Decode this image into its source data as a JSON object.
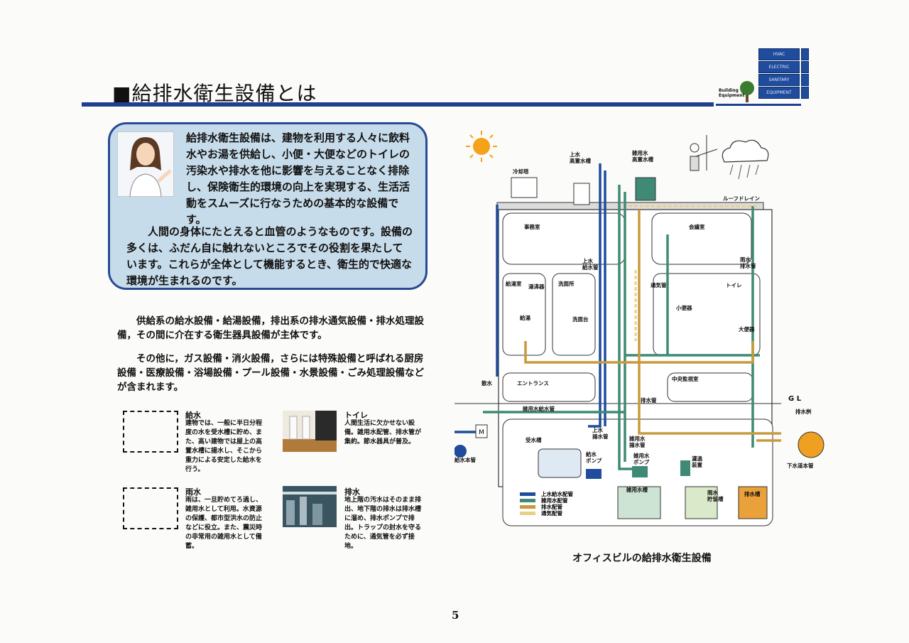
{
  "header": {
    "title": "■給排水衛生設備とは",
    "badge_label_1": "Building",
    "badge_label_2": "Equipment",
    "badge_buttons": [
      "HVAC",
      "ELECTRIC",
      "SANITARY",
      "EQUIPMENT"
    ]
  },
  "intro": {
    "p1": "給排水衛生設備は、建物を利用する人々に飲料水やお湯を供給し、小便・大便などのトイレの汚染水や排水を他に影響を与えることなく排除し、保険衛生的環境の向上を実現する、生活活動をスムーズに行なうための基本的な設備です。",
    "p2": "人間の身体にたとえると血管のようなものです。設備の多くは、ふだん自に触れないところでその役割を果たしています。これらが全体として機能するとき、衛生的で快適な環境が生まれるのです。"
  },
  "body": {
    "p1": "供給系の給水設備・給湯設備，排出系の排水通気設備・排水処理設備，その間に介在する衛生器具設備が主体です。",
    "p2": "その他に，ガス設備・消火設備，さらには特殊設備と呼ばれる厨房設備・医療設備・浴場設備・プール設備・水景設備・ごみ処理設備などが含まれます。"
  },
  "items": [
    {
      "heading": "給水",
      "text": "建物では、一般に半日分程度の水を受水槽に貯め、また、高い建物では屋上の高置水槽に揚水し、そこから重力による安定した給水を行う。"
    },
    {
      "heading": "トイレ",
      "text": "人間生活に欠かせない設備。雑用水配管、排水管が集約。節水器具が普及。"
    },
    {
      "heading": "雨水",
      "text": "雨は、一旦貯めてろ過し、雑用水として利用。水資源の保護、都市型洪水の防止などに役立。また、震災時の非常用の雑用水として備蓄。"
    },
    {
      "heading": "排水",
      "text": "地上階の汚水はそのまま排出、地下階の排水は排水槽に溜め、排水ポンプで排出。トラップの封水を守るために、通気管を必ず接地。"
    }
  ],
  "diagram": {
    "labels": {
      "cooling_tower": "冷却塔",
      "elevated_tank": "上水\n高置水槽",
      "misc_elevated_tank": "雑用水\n高置水槽",
      "roof_drain": "ルーフドレイン",
      "office": "事務室",
      "meeting_room": "会議室",
      "supply_pipe": "上水\n給水管",
      "rain_drain_pipe": "雨水\n排水管",
      "hot_water_room": "給湯室",
      "heater": "湯沸器",
      "hot_water": "給湯",
      "washroom": "洗面所",
      "wash_basin": "洗面台",
      "vent_pipe": "通気管",
      "toilet": "トイレ",
      "urinal": "小便器",
      "toilet_bowl": "大便器",
      "sprinkler": "散水",
      "entrance": "エントランス",
      "monitor_room": "中央監視室",
      "drain_pipe": "排水管",
      "misc_supply_pipe": "雑用水給水管",
      "gl": "G L",
      "drain_basin": "排水桝",
      "meter": "M",
      "main_supply": "給水本管",
      "receiving_tank": "受水槽",
      "pumping_pipe": "上水\n揚水管",
      "misc_pumping_pipe": "雑用水\n揚水管",
      "supply_pump": "給水\nポンプ",
      "misc_pump": "雑用水\nポンプ",
      "filter": "濾過\n装置",
      "sewer": "下水道本管",
      "misc_tank": "雑用水槽",
      "rain_tank": "雨水\n貯留槽",
      "drain_tank": "排水槽"
    },
    "legend": [
      {
        "label": "上水給水配管",
        "color": "#1f4c9c"
      },
      {
        "label": "雑用水配管",
        "color": "#3f8a74"
      },
      {
        "label": "排水配管",
        "color": "#c89a3c"
      },
      {
        "label": "通気配管",
        "color": "#e9cf8a"
      }
    ],
    "caption": "オフィスビルの給排水衛生設備"
  },
  "page_number": "5"
}
